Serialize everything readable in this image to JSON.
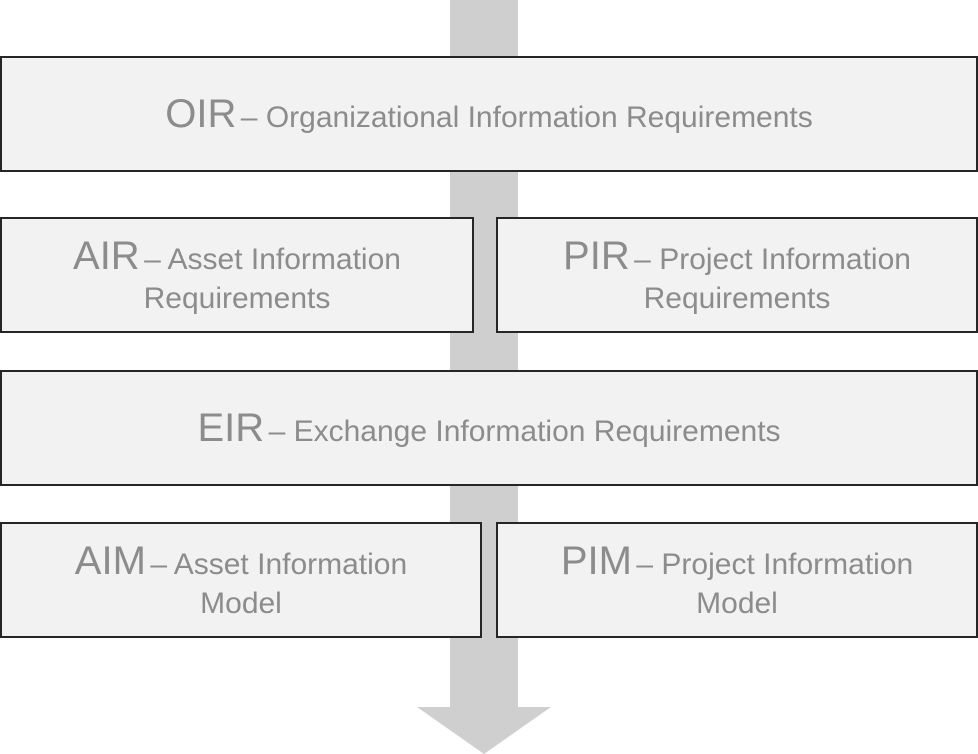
{
  "diagram": {
    "oir": {
      "abbr": "OIR",
      "desc": "– Organizational Information Requirements"
    },
    "air": {
      "abbr": "AIR",
      "desc": "– Asset Information Requirements"
    },
    "pir": {
      "abbr": "PIR",
      "desc": "– Project Information Requirements"
    },
    "eir": {
      "abbr": "EIR",
      "desc": "– Exchange Information Requirements"
    },
    "aim": {
      "abbr": "AIM",
      "desc": "– Asset Information Model"
    },
    "pim": {
      "abbr": "PIM",
      "desc": "– Project Information Model"
    }
  },
  "colors": {
    "arrow": "#d0cfd0",
    "box_fill": "#f2f2f2",
    "box_border": "#262626",
    "text": "#8c8c8c"
  }
}
